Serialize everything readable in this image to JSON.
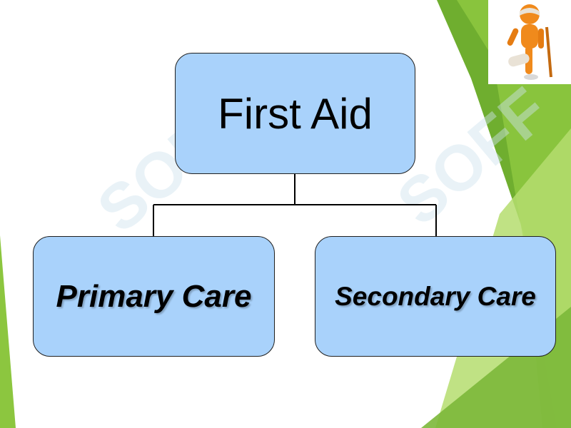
{
  "diagram": {
    "root": {
      "label": "First Aid"
    },
    "children": [
      {
        "label": "Primary Care"
      },
      {
        "label": "Secondary Care"
      }
    ]
  },
  "watermark": {
    "text": "SOFF"
  },
  "colors": {
    "node_fill": "#a9d2fb",
    "node_border": "#1f1f1f",
    "connector": "#000000",
    "background": "#ffffff",
    "green_dark": "#6fae2f",
    "green_mid": "#8cc63f",
    "green_light": "#b5dd6e",
    "mascot_orange": "#f08a1c"
  },
  "icons": {
    "mascot": "injured-figure-with-crutch-icon"
  }
}
